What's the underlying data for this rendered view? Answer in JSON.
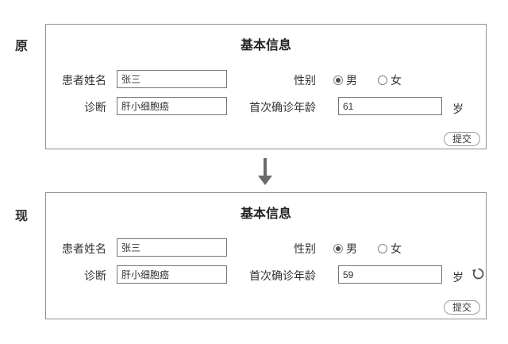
{
  "colors": {
    "background": "#ffffff",
    "panel_border": "#8f8f8f",
    "input_border": "#757575",
    "text": "#2e2e2e",
    "arrow": "#6a6a6a",
    "button_border": "#9c9c9c"
  },
  "between": {
    "arrow_icon": "down-arrow"
  },
  "panels": [
    {
      "side_label": "原",
      "title": "基本信息",
      "patient_name": {
        "label": "患者姓名",
        "value": "张三"
      },
      "gender": {
        "label": "性别",
        "male": "男",
        "female": "女",
        "selected": "男"
      },
      "diagnosis": {
        "label": "诊断",
        "value": "肝小细胞癌"
      },
      "age": {
        "label": "首次确诊年龄",
        "value": "61",
        "unit": "岁"
      },
      "submit": "提交"
    },
    {
      "side_label": "现",
      "title": "基本信息",
      "patient_name": {
        "label": "患者姓名",
        "value": "张三"
      },
      "gender": {
        "label": "性别",
        "male": "男",
        "female": "女",
        "selected": "男"
      },
      "diagnosis": {
        "label": "诊断",
        "value": "肝小细胞癌"
      },
      "age": {
        "label": "首次确诊年龄",
        "value": "59",
        "unit": "岁"
      },
      "undo_icon": "undo",
      "submit": "提交"
    }
  ]
}
